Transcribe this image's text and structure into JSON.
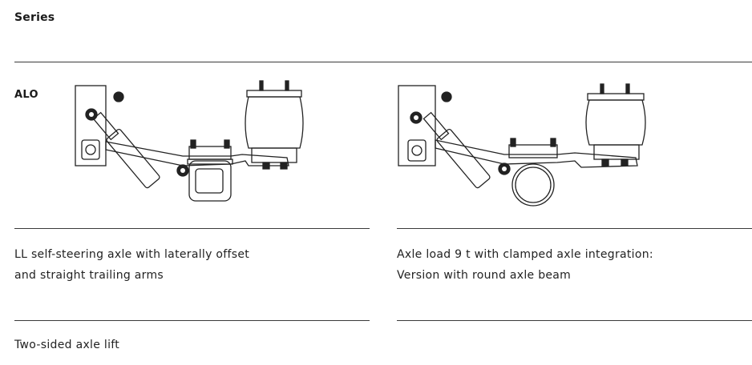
{
  "heading": "Series",
  "row_label": "ALO",
  "columns": [
    {
      "desc_lines": [
        "LL self-steering axle with laterally offset",
        "and straight trailing arms"
      ],
      "extra": "Two-sided axle lift"
    },
    {
      "desc_lines": [
        "Axle load 9 t with clamped axle integration:",
        "Version with round axle beam"
      ],
      "extra": ""
    }
  ],
  "figures": [
    {
      "icon": "air-suspension-square-axle-drawing"
    },
    {
      "icon": "air-suspension-round-axle-drawing"
    }
  ]
}
